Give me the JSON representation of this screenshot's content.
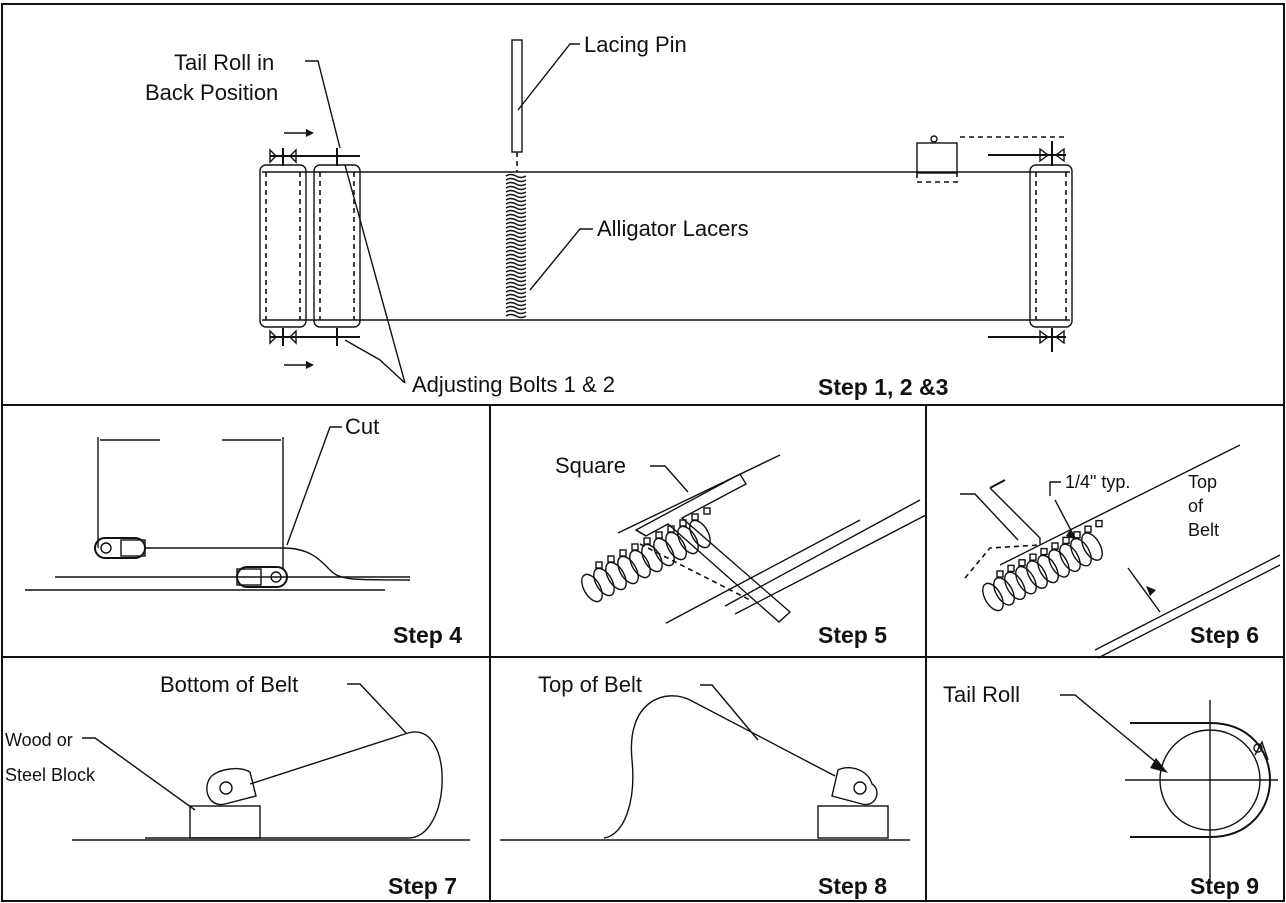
{
  "panels": {
    "top": {
      "labels": {
        "tail_roll": [
          "Tail Roll in",
          "Back Position"
        ],
        "lacing_pin": "Lacing Pin",
        "alligator_lacers": "Alligator Lacers",
        "adjusting_bolts": "Adjusting Bolts 1 & 2"
      },
      "step": "Step 1, 2 &3"
    },
    "step4": {
      "labels": {
        "cut": "Cut"
      },
      "step": "Step 4"
    },
    "step5": {
      "labels": {
        "square": "Square"
      },
      "step": "Step 5"
    },
    "step6": {
      "labels": {
        "typ": "1/4\" typ.",
        "top_of_belt": [
          "Top",
          "of",
          "Belt"
        ]
      },
      "step": "Step 6"
    },
    "step7": {
      "labels": {
        "bottom_of_belt": "Bottom of Belt",
        "block": [
          "Wood or",
          "Steel Block"
        ]
      },
      "step": "Step 7"
    },
    "step8": {
      "labels": {
        "top_of_belt": "Top of Belt"
      },
      "step": "Step 8"
    },
    "step9": {
      "labels": {
        "tail_roll": "Tail Roll"
      },
      "step": "Step 9"
    }
  }
}
